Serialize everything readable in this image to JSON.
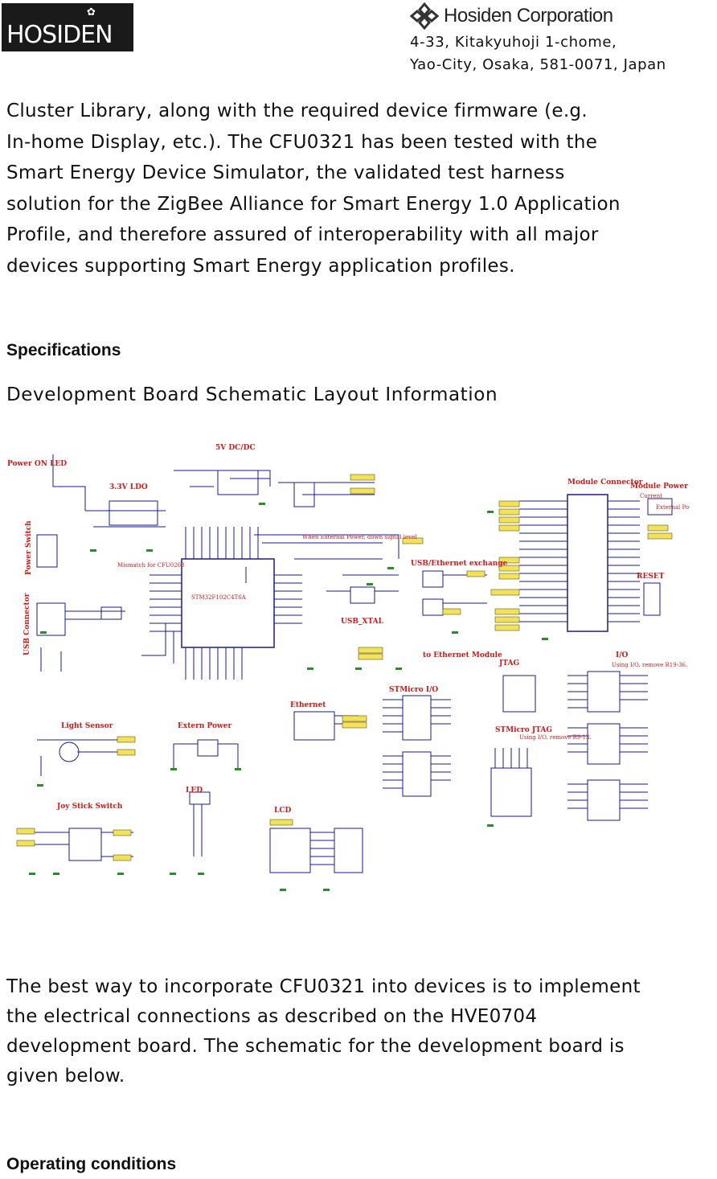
{
  "header": {
    "logo_text": "HOSIDEN",
    "company_name": "Hosiden Corporation",
    "address_line1": "4-33, Kitakyuhoji 1-chome,",
    "address_line2": "Yao-City, Osaka, 581-0071, Japan"
  },
  "intro_paragraph": {
    "lines": [
      "Cluster Library, along with the required device firmware (e.g.",
      "In-home Display, etc.). The CFU0321 has been tested with the",
      "Smart Energy Device Simulator, the validated test harness",
      "solution for the ZigBee Alliance for Smart Energy 1.0 Application",
      "Profile, and therefore assured of interoperability with all major",
      "devices supporting Smart Energy application profiles."
    ]
  },
  "specifications_heading": "Specifications",
  "schematic_heading": "Development Board Schematic Layout Information",
  "schematic": {
    "sections": {
      "power_on_led": "Power ON LED",
      "dc5v": "5V DC/DC",
      "ldo": "3.3V LDO",
      "power_switch": "Power Switch",
      "usb_connector": "USB Connector",
      "mismatch": "Mismatch for CFU0268",
      "mcu": "STM32F102C4T6A",
      "ext_power_note": "When External Power, down signal level",
      "usb_eth": "USB/Ethernet exchange",
      "usb_xtal": "USB_XTAL",
      "to_eth": "to Ethernet Module",
      "module_connector": "Module Connector",
      "module_power": "Module Power",
      "current": "Current",
      "external_pow": "External Pow",
      "reset": "RESET",
      "io": "I/O",
      "io_note": "Using I/O, remove R19-36.",
      "jtag": "JTAG",
      "stmicro_io": "STMicro I/O",
      "stmicro_jtag": "STMicro JTAG",
      "jtag_note": "Using I/O, remove R9-13.",
      "ethernet": "Ethernet",
      "light_sensor": "Light Sensor",
      "extern_power": "Extern Power",
      "joystick": "Joy Stick Switch",
      "led": "LED",
      "lcd": "LCD"
    }
  },
  "closing_paragraph": {
    "lines": [
      "The best way to incorporate CFU0321 into devices is to implement",
      "the electrical connections as described on the HVE0704",
      "development board. The schematic for the development board is",
      "given below."
    ]
  },
  "operating_heading": "Operating conditions"
}
